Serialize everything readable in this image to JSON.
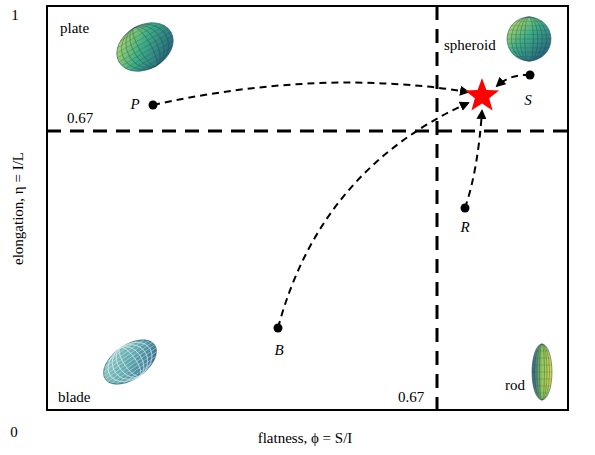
{
  "diagram": {
    "labels": [
      "1",
      "plate",
      "spheroid",
      "P",
      "S",
      "0.67",
      "R",
      "B",
      "blade",
      "rod",
      "0.67",
      "0",
      "flatness, ϕ = S/I",
      "elongation, η = I/L"
    ]
  }
}
